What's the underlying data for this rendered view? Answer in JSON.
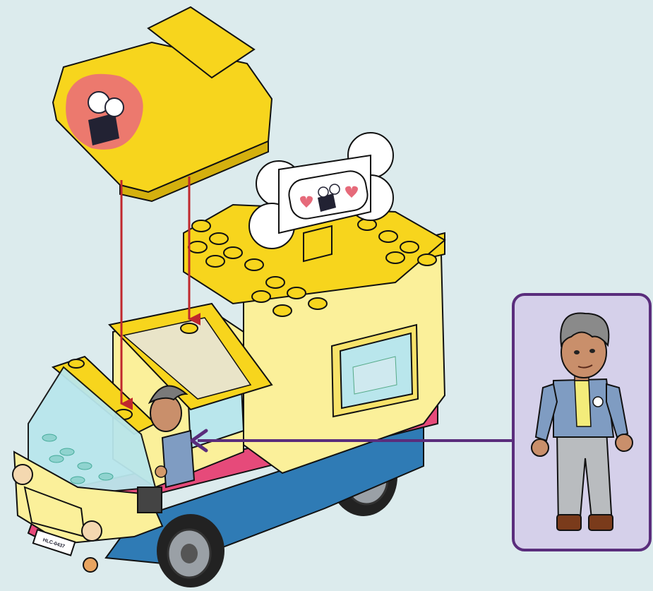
{
  "scene": {
    "background_color": "#dcebed",
    "model": "pet-shop-food-truck",
    "license_plate_text": "HLC-0437"
  },
  "colors": {
    "brick_yellow": "#f7d51d",
    "cabin_yellow": "#fbf09a",
    "chassis_blue": "#2f7bb5",
    "stripe_pink": "#e64a7a",
    "glass_teal": "#b9e6ec",
    "callout_border": "#5a2d7c",
    "callout_fill": "#d5d0ea",
    "arrow_red": "#c0272d",
    "arrow_purple": "#5a2d7c"
  },
  "icons": {
    "roof_piece": "yellow-roof-assembly",
    "sign": "bone-sign-with-puppies",
    "minifigure": "gray-haired-figure",
    "place_arrows": "red-down-arrow",
    "callout_arrow": "purple-left-arrow"
  }
}
